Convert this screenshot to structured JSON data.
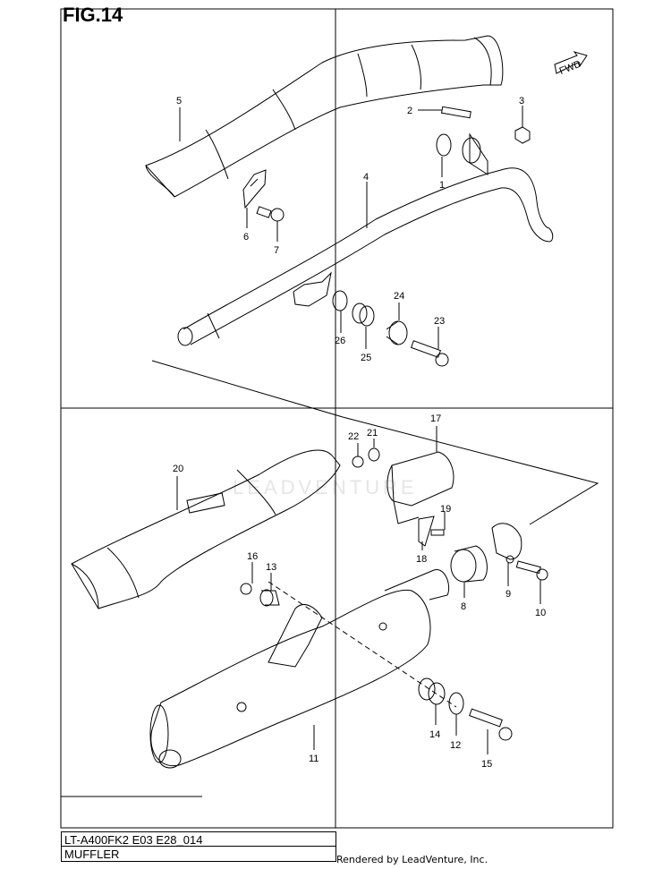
{
  "figure": {
    "title": "FIG.14",
    "model_code": "LT-A400FK2 E03 E28_014",
    "section_name": "MUFFLER",
    "credit": "Rendered by LeadVenture, Inc.",
    "watermark": "LEADVENTURE",
    "fwd_label": "FWD"
  },
  "callouts": [
    "1",
    "2",
    "3",
    "4",
    "5",
    "6",
    "7",
    "8",
    "9",
    "10",
    "11",
    "12",
    "13",
    "14",
    "15",
    "16",
    "17",
    "18",
    "19",
    "20",
    "21",
    "22",
    "23",
    "24",
    "25",
    "26"
  ],
  "colors": {
    "line": "#000000",
    "background": "#ffffff",
    "watermark": "#e6e6e6"
  }
}
